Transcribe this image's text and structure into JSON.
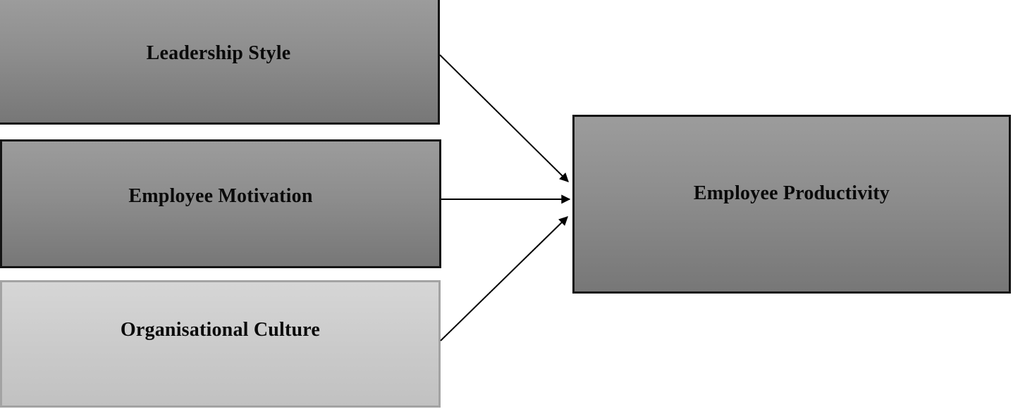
{
  "diagram": {
    "boxes": [
      {
        "id": "leadership-style",
        "label": "Leadership Style"
      },
      {
        "id": "employee-motivation",
        "label": "Employee Motivation"
      },
      {
        "id": "organisational-culture",
        "label": "Organisational Culture"
      },
      {
        "id": "employee-productivity",
        "label": "Employee Productivity"
      }
    ],
    "arrows": [
      {
        "from": "Leadership Style",
        "to": "Employee Productivity"
      },
      {
        "from": "Employee Motivation",
        "to": "Employee Productivity"
      },
      {
        "from": "Organisational Culture",
        "to": "Employee Productivity"
      }
    ],
    "colors": {
      "dark_box_gradient_top": "#9c9c9c",
      "dark_box_gradient_bottom": "#777777",
      "dark_box_border": "#141414",
      "light_box_gradient_top": "#d6d6d6",
      "light_box_gradient_bottom": "#c1c1c1",
      "light_box_border": "#a3a3a3",
      "arrow": "#000000",
      "text": "#0a0a0a",
      "background": "#ffffff"
    }
  }
}
